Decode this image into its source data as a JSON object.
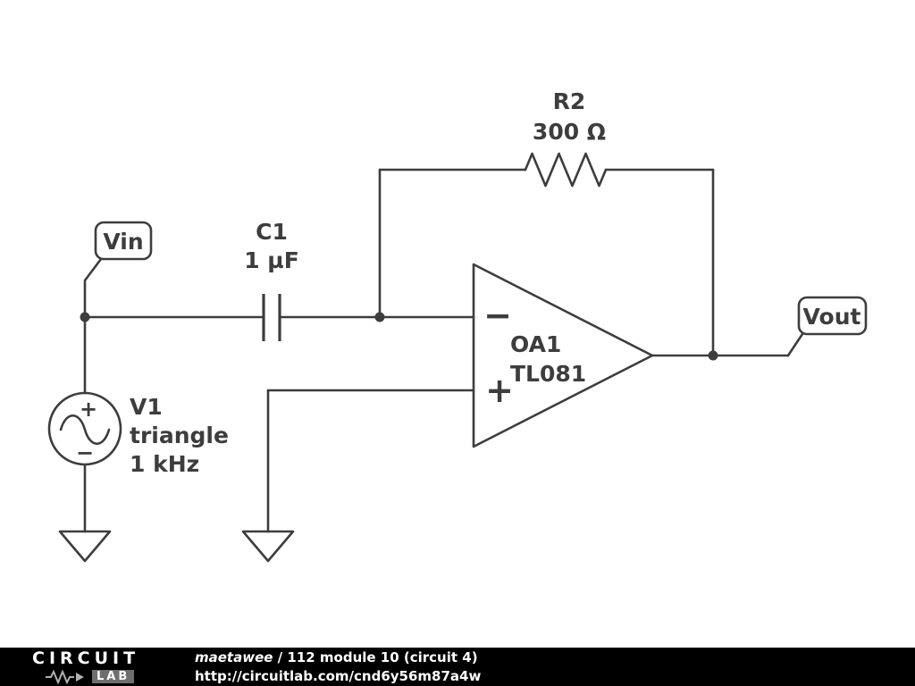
{
  "colors": {
    "wire": "#3d3d3d",
    "text": "#3d3d3d",
    "background": "#ffffff",
    "footer_bg": "#000000",
    "footer_text": "#ffffff",
    "lab_bg": "#6e6e6e"
  },
  "schematic": {
    "net_labels": {
      "vin": "Vin",
      "vout": "Vout"
    },
    "components": {
      "capacitor": {
        "name": "C1",
        "value": "1 µF"
      },
      "resistor": {
        "name": "R2",
        "value": "300 Ω"
      },
      "opamp": {
        "name": "OA1",
        "model": "TL081",
        "inverting_sign": "−",
        "noninverting_sign": "+"
      },
      "source": {
        "name": "V1",
        "waveform": "triangle",
        "frequency": "1 kHz",
        "plus_sign": "+",
        "minus_sign": "−"
      }
    }
  },
  "footer": {
    "logo_top": "CIRCUIT",
    "logo_bottom": "LAB",
    "author": "maetawee",
    "separator": " / ",
    "title": "112 module 10 (circuit 4)",
    "url": "http://circuitlab.com/cnd6y56m87a4w"
  }
}
